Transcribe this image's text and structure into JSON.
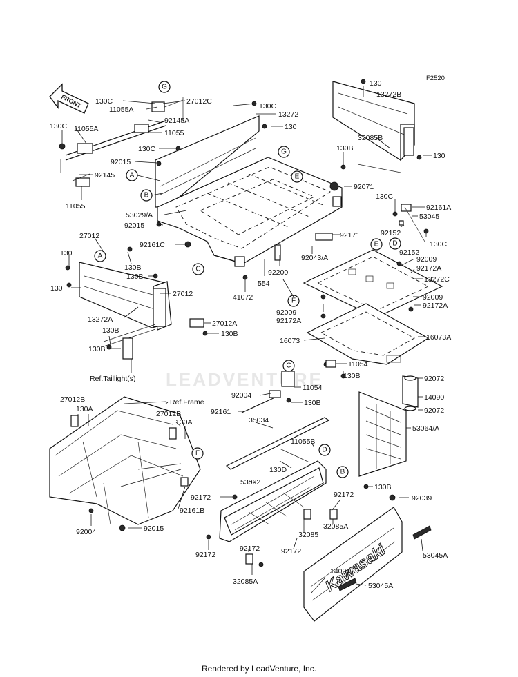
{
  "figure_code": "F2520",
  "credit": "Rendered by LeadVenture, Inc.",
  "watermark": "LEADVENTURE",
  "front_arrow": "FRONT",
  "callouts": [
    "A",
    "B",
    "C",
    "D",
    "E",
    "F",
    "G"
  ],
  "labels": [
    {
      "id": "l1",
      "text": "130C"
    },
    {
      "id": "l2",
      "text": "11055A"
    },
    {
      "id": "l3",
      "text": "27012C"
    },
    {
      "id": "l4",
      "text": "130C"
    },
    {
      "id": "l5",
      "text": "13272"
    },
    {
      "id": "l6",
      "text": "92145A"
    },
    {
      "id": "l7",
      "text": "130"
    },
    {
      "id": "l8",
      "text": "11055"
    },
    {
      "id": "l9",
      "text": "130C"
    },
    {
      "id": "l10",
      "text": "11055A"
    },
    {
      "id": "l11",
      "text": "130C"
    },
    {
      "id": "l12",
      "text": "92015"
    },
    {
      "id": "l13",
      "text": "92145"
    },
    {
      "id": "l14",
      "text": "11055"
    },
    {
      "id": "l15",
      "text": "53029/A"
    },
    {
      "id": "l16",
      "text": "92015"
    },
    {
      "id": "l17",
      "text": "92071"
    },
    {
      "id": "l18",
      "text": "130"
    },
    {
      "id": "l19",
      "text": "13272B"
    },
    {
      "id": "l20",
      "text": "32085B"
    },
    {
      "id": "l21",
      "text": "130B"
    },
    {
      "id": "l22",
      "text": "130"
    },
    {
      "id": "l23",
      "text": "130C"
    },
    {
      "id": "l24",
      "text": "92161A"
    },
    {
      "id": "l25",
      "text": "53045"
    },
    {
      "id": "l26",
      "text": "92152"
    },
    {
      "id": "l27",
      "text": "92152"
    },
    {
      "id": "l28",
      "text": "130C"
    },
    {
      "id": "l29",
      "text": "92171"
    },
    {
      "id": "l30",
      "text": "92043/A"
    },
    {
      "id": "l31",
      "text": "27012"
    },
    {
      "id": "l32",
      "text": "92161C"
    },
    {
      "id": "l33",
      "text": "130"
    },
    {
      "id": "l34",
      "text": "130B"
    },
    {
      "id": "l35",
      "text": "130B"
    },
    {
      "id": "l36",
      "text": "130"
    },
    {
      "id": "l37",
      "text": "27012"
    },
    {
      "id": "l38",
      "text": "13272A"
    },
    {
      "id": "l39",
      "text": "27012A"
    },
    {
      "id": "l40",
      "text": "130B"
    },
    {
      "id": "l41",
      "text": "130B"
    },
    {
      "id": "l42",
      "text": "130B"
    },
    {
      "id": "l43",
      "text": "Ref.Taillight(s)"
    },
    {
      "id": "l44",
      "text": "554"
    },
    {
      "id": "l45",
      "text": "92200"
    },
    {
      "id": "l46",
      "text": "41072"
    },
    {
      "id": "l47",
      "text": "92009"
    },
    {
      "id": "l48",
      "text": "92172A"
    },
    {
      "id": "l49",
      "text": "92009"
    },
    {
      "id": "l50",
      "text": "92172A"
    },
    {
      "id": "l51",
      "text": "13272C"
    },
    {
      "id": "l52",
      "text": "92009"
    },
    {
      "id": "l53",
      "text": "92172A"
    },
    {
      "id": "l54",
      "text": "16073"
    },
    {
      "id": "l55",
      "text": "16073A"
    },
    {
      "id": "l56",
      "text": "11054"
    },
    {
      "id": "l57",
      "text": "130B"
    },
    {
      "id": "l58",
      "text": "11054"
    },
    {
      "id": "l59",
      "text": "92004"
    },
    {
      "id": "l60",
      "text": "130B"
    },
    {
      "id": "l61",
      "text": "92161"
    },
    {
      "id": "l62",
      "text": "35034"
    },
    {
      "id": "l63",
      "text": "92072"
    },
    {
      "id": "l64",
      "text": "14090"
    },
    {
      "id": "l65",
      "text": "92072"
    },
    {
      "id": "l66",
      "text": "53064/A"
    },
    {
      "id": "l67",
      "text": "27012B"
    },
    {
      "id": "l68",
      "text": "130A"
    },
    {
      "id": "l69",
      "text": "Ref.Frame"
    },
    {
      "id": "l70",
      "text": "27012B"
    },
    {
      "id": "l71",
      "text": "130A"
    },
    {
      "id": "l72",
      "text": "11055B"
    },
    {
      "id": "l73",
      "text": "130D"
    },
    {
      "id": "l74",
      "text": "130B"
    },
    {
      "id": "l75",
      "text": "53062"
    },
    {
      "id": "l76",
      "text": "92172"
    },
    {
      "id": "l77",
      "text": "92172"
    },
    {
      "id": "l78",
      "text": "92039"
    },
    {
      "id": "l79",
      "text": "92161B"
    },
    {
      "id": "l80",
      "text": "32085A"
    },
    {
      "id": "l81",
      "text": "32085"
    },
    {
      "id": "l82",
      "text": "53045A"
    },
    {
      "id": "l83",
      "text": "92004"
    },
    {
      "id": "l84",
      "text": "92015"
    },
    {
      "id": "l85",
      "text": "92172"
    },
    {
      "id": "l86",
      "text": "92172"
    },
    {
      "id": "l87",
      "text": "92172"
    },
    {
      "id": "l88",
      "text": "14091"
    },
    {
      "id": "l89",
      "text": "32085A"
    },
    {
      "id": "l90",
      "text": "53045A"
    }
  ],
  "decal_text": "Kawasaki"
}
